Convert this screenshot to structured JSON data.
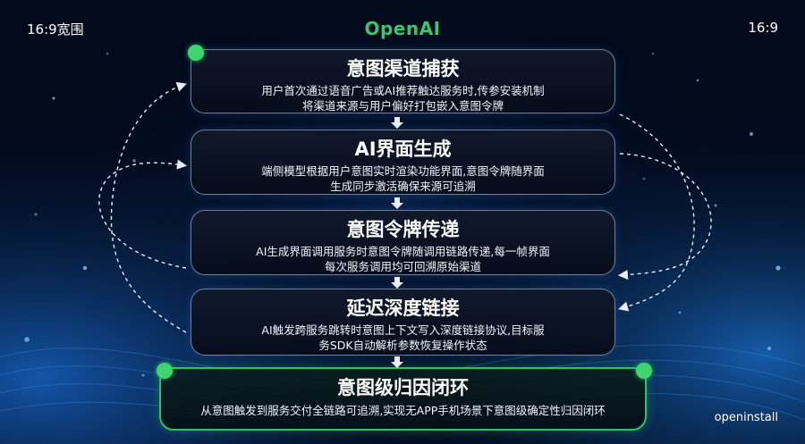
{
  "corner_left": "16:9宽围",
  "corner_right": "16:9",
  "brand": "OpenAI",
  "footer_brand": "openinstall",
  "accent_color": "#3ec46d",
  "steps": [
    {
      "title": "意图渠道捕获",
      "desc_line1": "用户首次通过语音广告或AI推荐触达服务时,传参安装机制",
      "desc_line2": "将渠道来源与用户偏好打包嵌入意图令牌"
    },
    {
      "title": "AI界面生成",
      "desc_line1": "端侧模型根据用户意图实时渲染功能界面,意图令牌随界面",
      "desc_line2": "生成同步激活确保来源可追溯"
    },
    {
      "title": "意图令牌传递",
      "desc_line1": "AI生成界面调用服务时意图令牌随调用链路传递,每一帧界面",
      "desc_line2": "每次服务调用均可回溯原始渠道"
    },
    {
      "title": "延迟深度链接",
      "desc_line1": "AI触发跨服务跳转时意图上下文写入深度链接协议,目标服",
      "desc_line2": "务SDK自动解析参数恢复操作状态"
    },
    {
      "title": "意图级归因闭环",
      "desc_line1": "从意图触发到服务交付全链路可追溯,实现无APP手机场景下意图级确定性归因闭环"
    }
  ]
}
